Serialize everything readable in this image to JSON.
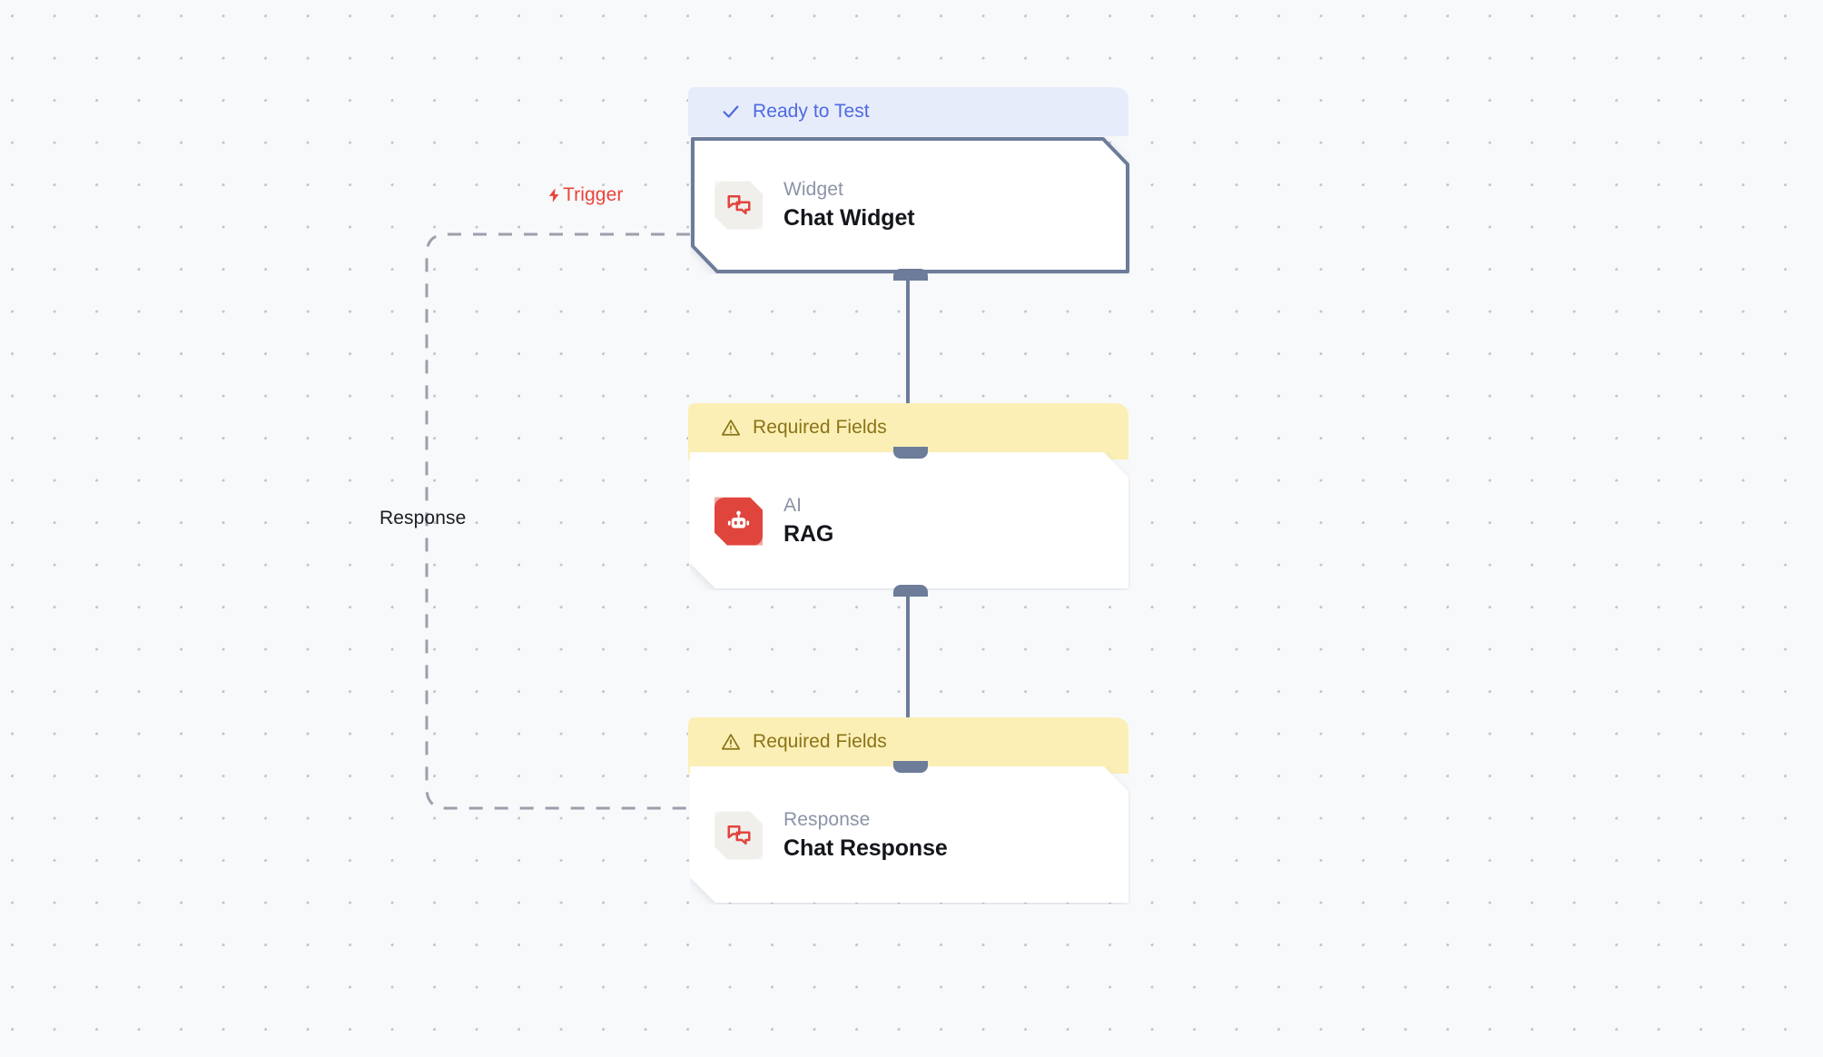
{
  "canvas": {
    "background_color": "#f8f9fb",
    "dot_color": "#c3c7d1"
  },
  "edges": [
    {
      "id": "trigger-edge",
      "label": "Trigger",
      "label_color": "#e8453c",
      "icon": "lightning-bolt-icon",
      "style": "dashed",
      "stroke_color": "#9aa0ac",
      "from": "chat-widget",
      "to": "chat-response"
    },
    {
      "id": "response-edge",
      "label": "Response",
      "label_color": "#1b1d23",
      "style": "dashed",
      "stroke_color": "#9aa0ac",
      "from": "chat-response",
      "to": "chat-widget"
    },
    {
      "id": "widget-to-rag",
      "label": "",
      "style": "solid",
      "stroke_color": "#6c7c99",
      "from": "chat-widget",
      "to": "rag"
    },
    {
      "id": "rag-to-response",
      "label": "",
      "style": "solid",
      "stroke_color": "#6c7c99",
      "from": "rag",
      "to": "chat-response"
    }
  ],
  "nodes": [
    {
      "id": "chat-widget",
      "banner": {
        "status": "Ready to Test",
        "icon": "check-icon",
        "variant": "ready",
        "bg_color": "#e7ecfb",
        "text_color": "#4d6ae0"
      },
      "kind": "Widget",
      "title": "Chat Widget",
      "icon": "chat-bubbles-icon",
      "icon_style": "soft",
      "icon_color": "#e0453d",
      "icon_bg": "#f1efec",
      "selected": true,
      "border_color": "#6c7c99"
    },
    {
      "id": "rag",
      "banner": {
        "status": "Required Fields",
        "icon": "warning-triangle-icon",
        "variant": "required",
        "bg_color": "#fbefb6",
        "text_color": "#8a7417"
      },
      "kind": "AI",
      "title": "RAG",
      "icon": "robot-icon",
      "icon_style": "solid",
      "icon_color": "#ffffff",
      "icon_bg": "#e0453d",
      "selected": false,
      "border_color": ""
    },
    {
      "id": "chat-response",
      "banner": {
        "status": "Required Fields",
        "icon": "warning-triangle-icon",
        "variant": "required",
        "bg_color": "#fbefb6",
        "text_color": "#8a7417"
      },
      "kind": "Response",
      "title": "Chat Response",
      "icon": "chat-bubbles-icon",
      "icon_style": "soft",
      "icon_color": "#e0453d",
      "icon_bg": "#f1efec",
      "selected": false,
      "border_color": ""
    }
  ]
}
